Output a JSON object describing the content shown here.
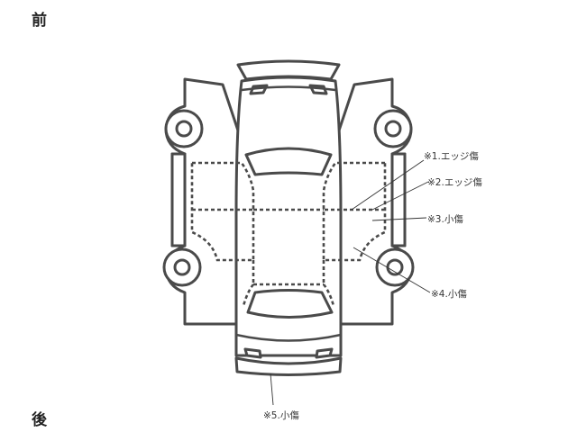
{
  "labels": {
    "front": "前",
    "rear": "後"
  },
  "damage_notes": [
    {
      "text": "※1.エッジ傷"
    },
    {
      "text": "※2.エッジ傷"
    },
    {
      "text": "※3.小傷"
    },
    {
      "text": "※4.小傷"
    },
    {
      "text": "※5.小傷"
    }
  ]
}
